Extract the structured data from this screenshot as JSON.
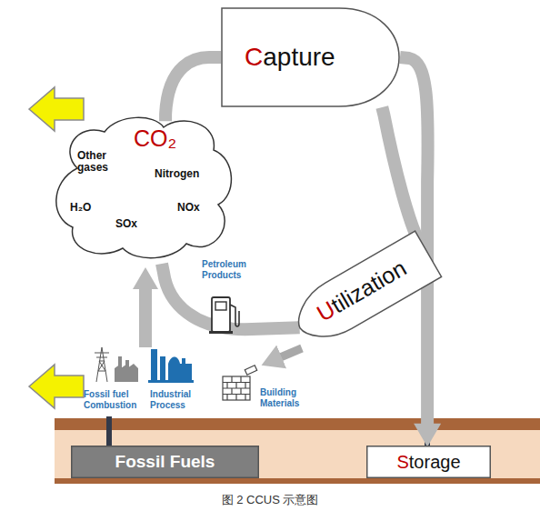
{
  "diagram": {
    "caption": "图 2 CCUS 示意图",
    "nodes": [
      {
        "text": [
          "Capture"
        ]
      },
      {
        "text": [
          "CO₂",
          "Other gases",
          "Nitrogen",
          "H₂O",
          "SOx",
          "NOx"
        ]
      },
      {
        "text": [
          "Utilization"
        ]
      },
      {
        "text": [
          "Fossil Fuels"
        ]
      },
      {
        "text": [
          "Storage"
        ]
      }
    ],
    "edges": [
      {
        "from": 1,
        "to": 0,
        "arrow": "none"
      },
      {
        "from": 0,
        "to": 4,
        "arrow": "to"
      },
      {
        "from": 0,
        "to": 2,
        "arrow": "none"
      },
      {
        "from": 2,
        "to": 1,
        "arrow": "none"
      }
    ],
    "labels": [
      "Petroleum Products",
      "Building Materials",
      "Fossil fuel Combustion",
      "Industrial Process"
    ]
  }
}
